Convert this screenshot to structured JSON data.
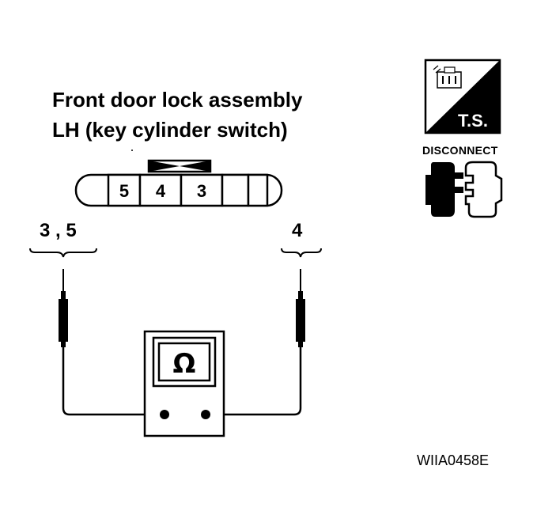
{
  "title": {
    "line1": "Front door lock assembly",
    "line2": "LH (key cylinder switch)"
  },
  "connector": {
    "pins": [
      "5",
      "4",
      "3",
      "",
      ""
    ]
  },
  "probes": {
    "left_label": "3 , 5",
    "right_label": "4"
  },
  "meter": {
    "symbol": "Ω"
  },
  "badges": {
    "ts_label": "T.S.",
    "disconnect_label": "DISCONNECT"
  },
  "figure_code": "WIIA0458E",
  "icons": [
    "connector-housing-icon",
    "ts-harness-icon",
    "disconnect-icon",
    "ohmmeter-icon",
    "probe-icon"
  ]
}
